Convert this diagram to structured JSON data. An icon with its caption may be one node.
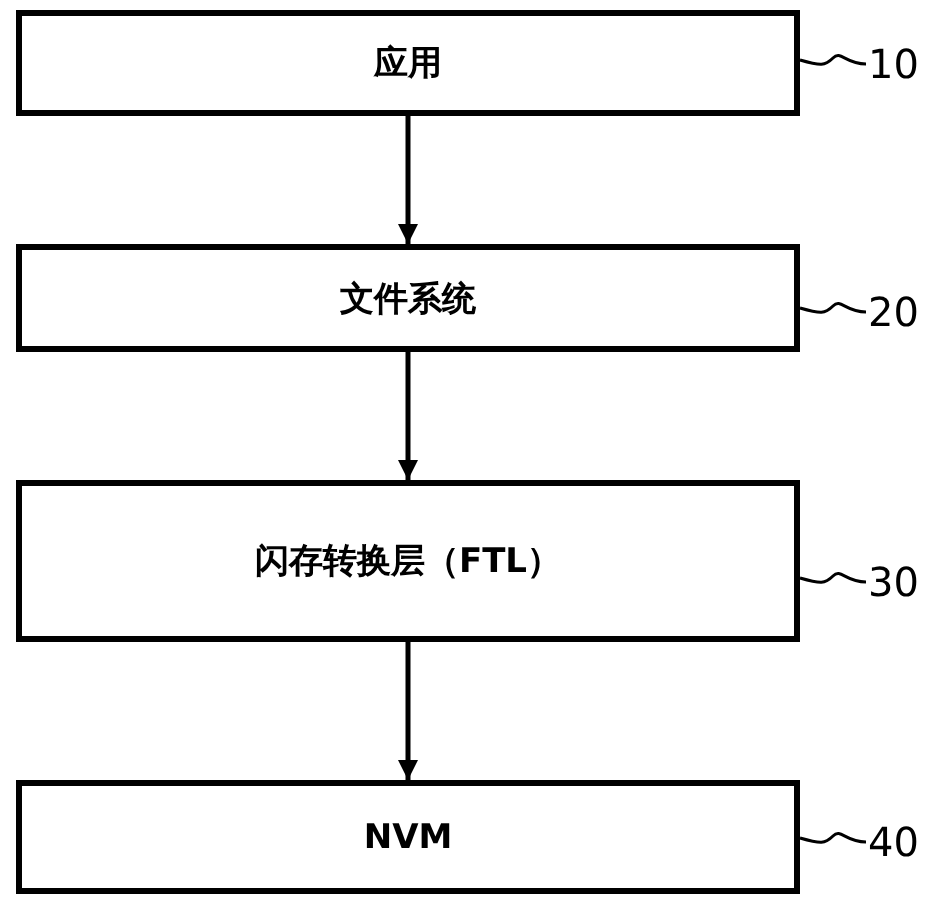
{
  "diagram": {
    "nodes": [
      {
        "text": [
          "应用"
        ]
      },
      {
        "text": [
          "文件系统"
        ]
      },
      {
        "text": [
          "闪存转换层（FTL）"
        ]
      },
      {
        "text": [
          "NVM"
        ]
      },
      {
        "text": [
          "10"
        ]
      },
      {
        "text": [
          "20"
        ]
      },
      {
        "text": [
          "30"
        ]
      },
      {
        "text": [
          "40"
        ]
      }
    ],
    "edges": [
      {
        "from": 0,
        "to": 1,
        "arrow": "to"
      },
      {
        "from": 1,
        "to": 2,
        "arrow": "to"
      },
      {
        "from": 2,
        "to": 3,
        "arrow": "to"
      },
      {
        "from": 4,
        "to": 0,
        "arrow": "none"
      },
      {
        "from": 5,
        "to": 1,
        "arrow": "none"
      },
      {
        "from": 6,
        "to": 2,
        "arrow": "none"
      },
      {
        "from": 7,
        "to": 3,
        "arrow": "none"
      }
    ]
  }
}
